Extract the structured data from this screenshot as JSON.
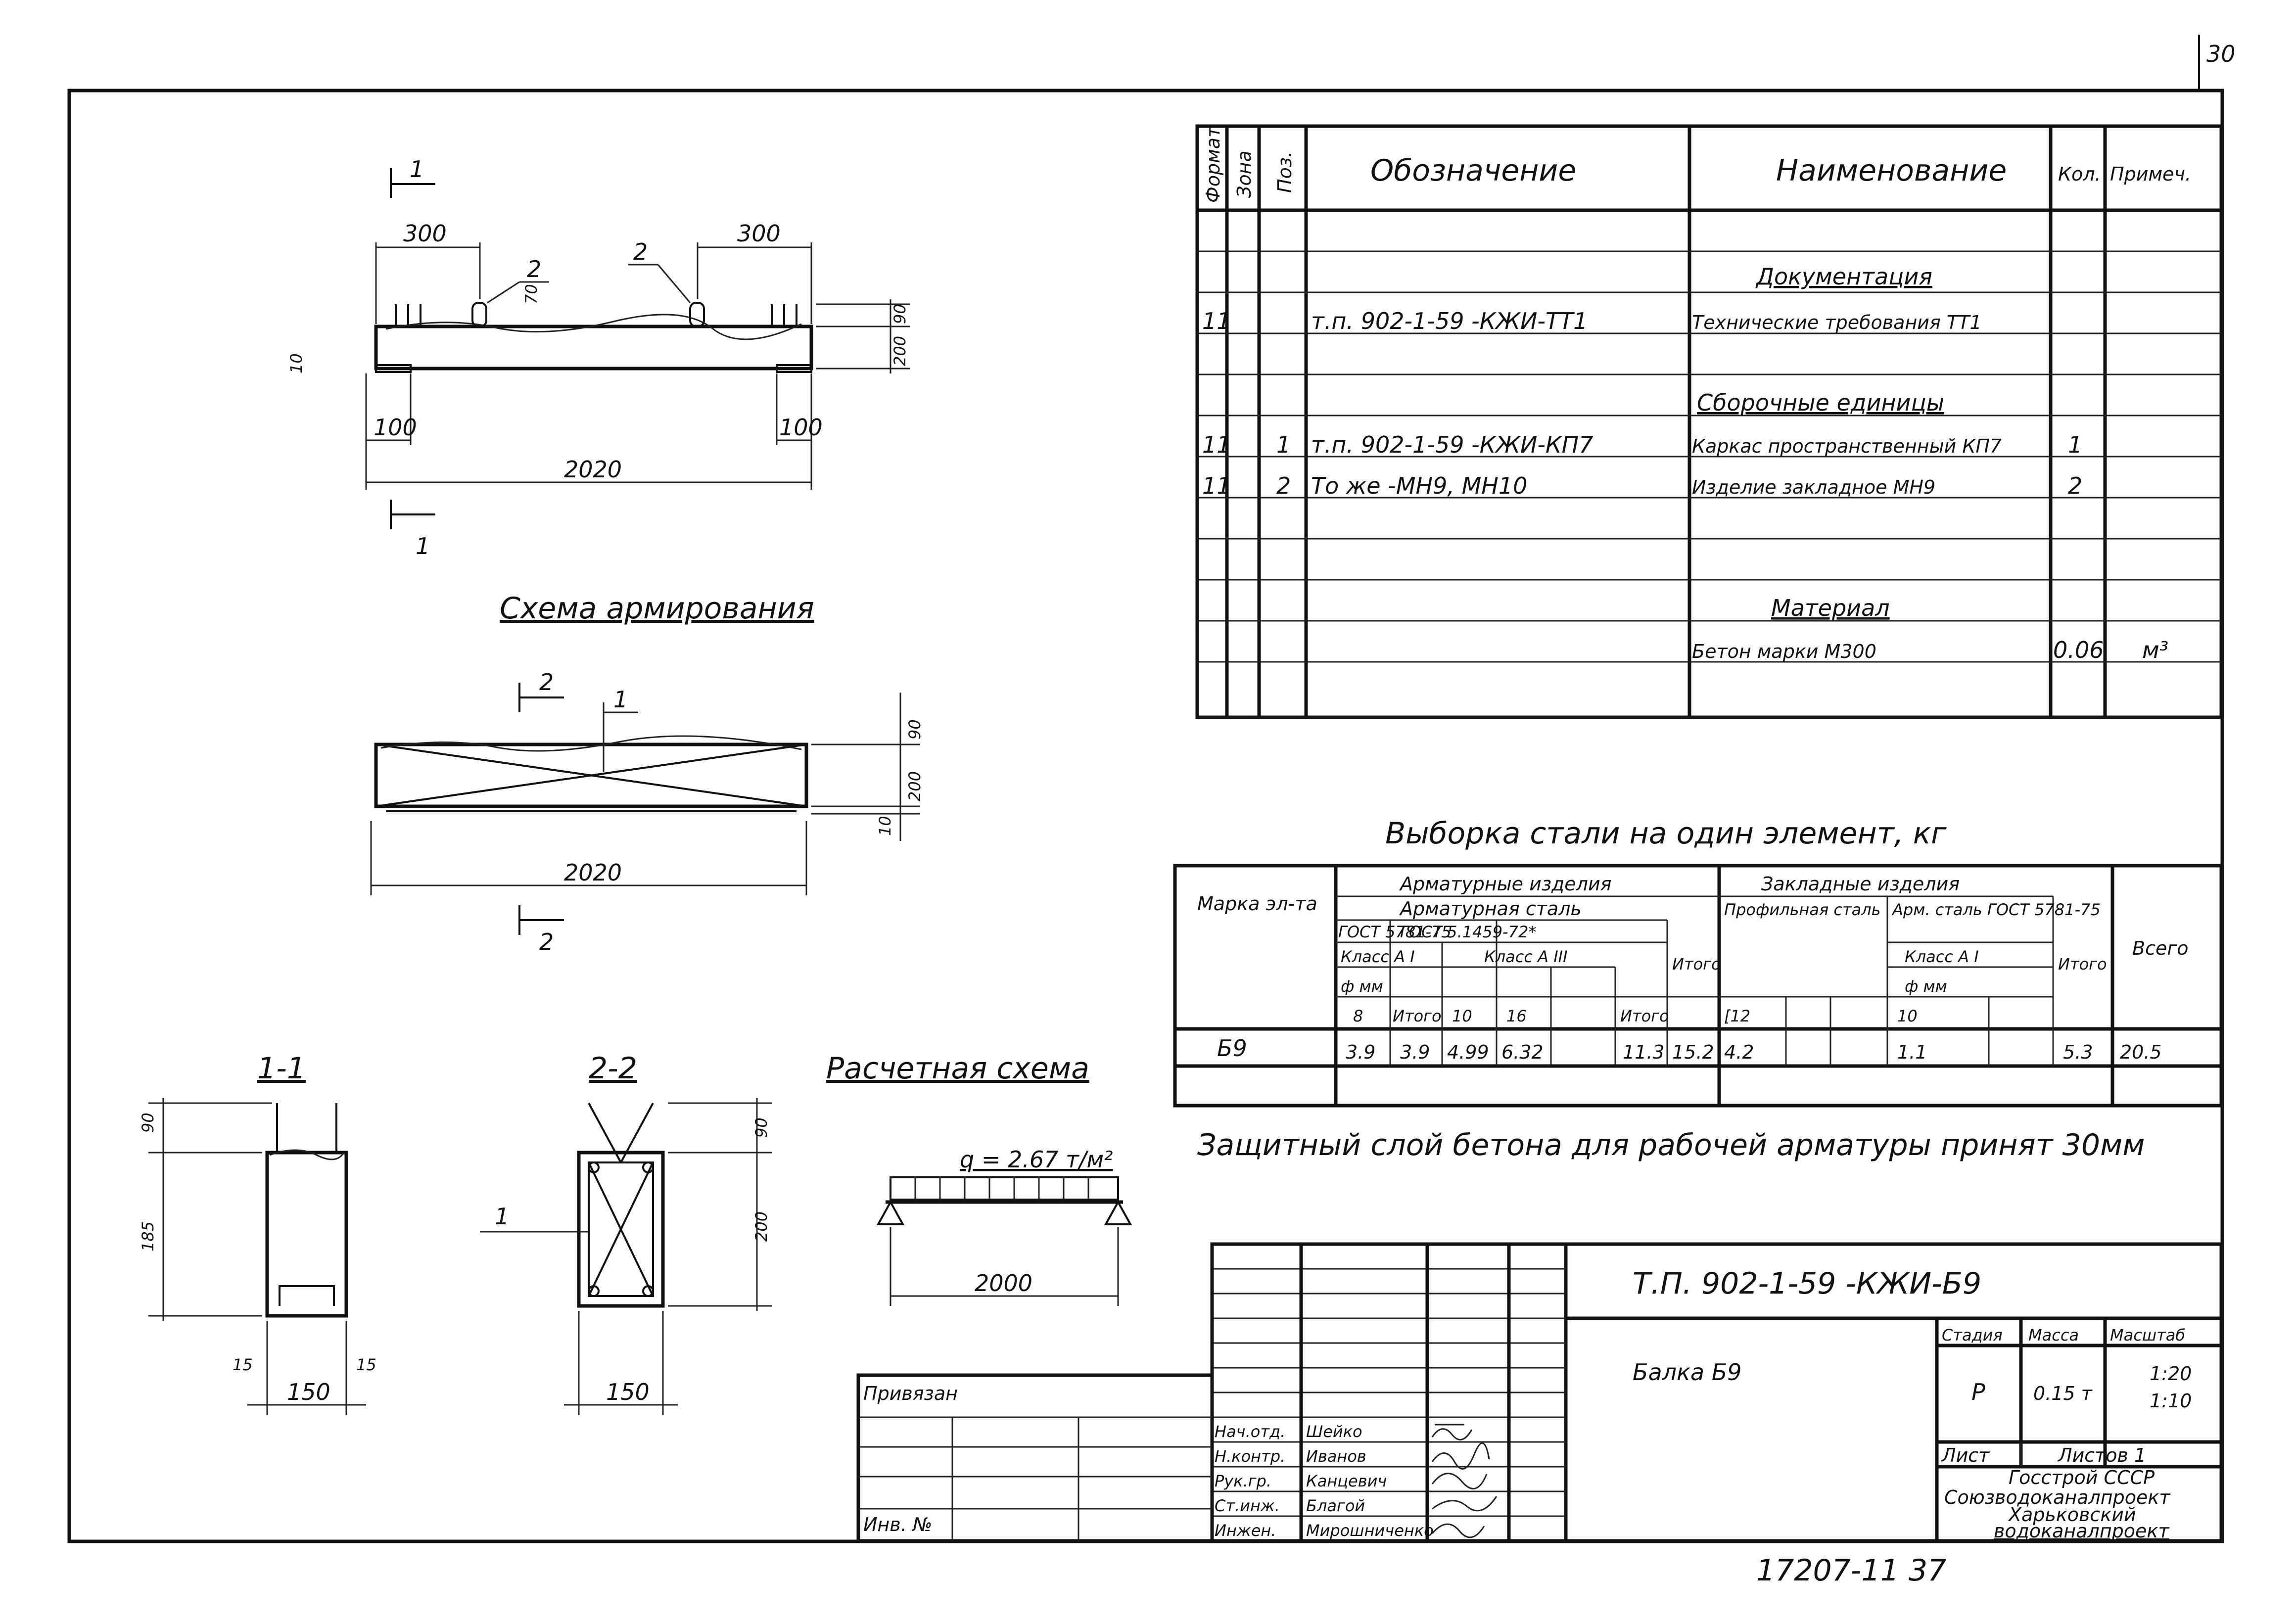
{
  "page_number": "30",
  "section_mark": "1",
  "section_mark_2": "2",
  "drawing_titles": {
    "reinforcement_scheme": "Схема армирования",
    "section_1": "1-1",
    "section_2": "2-2",
    "calc_scheme": "Расчетная схема"
  },
  "dims": {
    "d300a": "300",
    "d300b": "300",
    "d2020": "2020",
    "d2020b": "2020",
    "d100a": "100",
    "d100b": "100",
    "d70": "70",
    "d90": "90",
    "d200": "200",
    "d10": "10",
    "d185": "185",
    "d15a": "15",
    "d15b": "15",
    "d150a": "150",
    "d150b": "150",
    "d2000": "2000",
    "load": "q = 2.67 т/м²",
    "pos1": "1",
    "pos2": "2"
  },
  "spec": {
    "headers": [
      "Формат",
      "Зона",
      "Поз.",
      "Обозначение",
      "Наименование",
      "Кол.",
      "Примеч."
    ],
    "rows": [
      {
        "format": "",
        "zone": "",
        "pos": "",
        "designation": "",
        "name": "Документация",
        "qty": "",
        "note": "",
        "heading": true
      },
      {
        "format": "11",
        "zone": "",
        "pos": "",
        "designation": "т.п. 902-1-59       -КЖИ-ТТ1",
        "name": "Технические требования ТТ1",
        "qty": "",
        "note": "",
        "heading": false
      },
      {
        "format": "",
        "zone": "",
        "pos": "",
        "designation": "",
        "name": "Сборочные единицы",
        "qty": "",
        "note": "",
        "heading": true
      },
      {
        "format": "11",
        "zone": "",
        "pos": "1",
        "designation": "т.п. 902-1-59       -КЖИ-КП7",
        "name": "Каркас пространственный КП7",
        "qty": "1",
        "note": "",
        "heading": false
      },
      {
        "format": "11",
        "zone": "",
        "pos": "2",
        "designation": "То же              -МН9, МН10",
        "name": "Изделие закладное       МН9",
        "qty": "2",
        "note": "",
        "heading": false
      },
      {
        "format": "",
        "zone": "",
        "pos": "",
        "designation": "",
        "name": "Материал",
        "qty": "",
        "note": "",
        "heading": true
      },
      {
        "format": "",
        "zone": "",
        "pos": "",
        "designation": "",
        "name": "Бетон марки М300",
        "qty": "0.06",
        "note": "м³",
        "heading": false
      }
    ]
  },
  "steel": {
    "title": "Выборка стали на один элемент, кг",
    "h_mark": "Марка эл-та",
    "h_arm": "Арматурные изделия",
    "h_armsteel": "Арматурная сталь",
    "h_gost1": "ГОСТ 5781-75",
    "h_gost2": "ГОСТ 5.1459-72*",
    "h_classA1": "Класс А I",
    "h_classA3": "Класс А III",
    "h_dia": "ф мм",
    "h_total": "Итого",
    "h_emb": "Закладные изделия",
    "h_profile": "Профильная сталь",
    "h_armst2": "Арм. сталь ГОСТ 5781-75",
    "h_classA1b": "Класс А I",
    "h_dia2": "ф мм",
    "h_weight": "Всего",
    "sub": [
      "8",
      "Итого",
      "10",
      "16",
      "",
      "Итого",
      "Итого",
      "[12",
      "",
      "",
      "10",
      "",
      "",
      "Итого",
      ""
    ],
    "row": [
      "Б9",
      "3.9",
      "3.9",
      "4.99",
      "6.32",
      "",
      "11.3",
      "15.2",
      "4.2",
      "",
      "",
      "1.1",
      "",
      "",
      "5.3",
      "20.5"
    ]
  },
  "note": "Защитный слой бетона для рабочей арматуры принят 30мм",
  "title_block": {
    "code": "Т.П. 902-1-59      -КЖИ-Б9",
    "name": "Балка Б9",
    "stage_h": "Стадия",
    "mass_h": "Масса",
    "scale_h": "Масштаб",
    "stage": "Р",
    "mass": "0.15 т",
    "scale1": "1:20",
    "scale2": "1:10",
    "sheet": "Лист",
    "sheets": "Листов 1",
    "org1": "Госстрой СССР",
    "org2": "Союзводоканалпроект",
    "org3": "Харьковский",
    "org4": "водоканалпроект",
    "attach": "Привязан",
    "inv": "Инв. №",
    "roles": [
      "Нач.отд.",
      "Н.контр.",
      "Рук.гр.",
      "Ст.инж.",
      "Инжен."
    ],
    "names": [
      "Шейко",
      "Иванов",
      "Канцевич",
      "Благой",
      "Мирошниченко"
    ]
  },
  "bottom_stamp": "17207-11   37"
}
